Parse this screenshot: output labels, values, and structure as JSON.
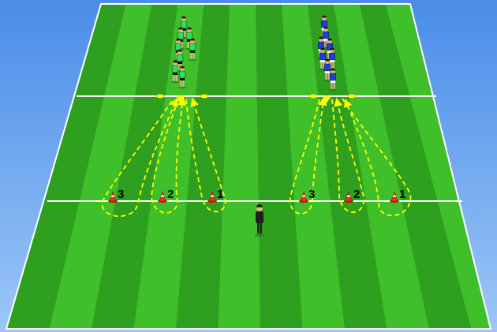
{
  "colors": {
    "sky_top": "#4a8de8",
    "sky_bottom": "#9cc6f7",
    "grass_light": "#3fbf2a",
    "grass_dark": "#2e9f1e",
    "line": "#ffffff",
    "arrow": "#ffff00",
    "cone": "#e8321e",
    "team_green": "#33dd55",
    "team_blue": "#1f3fd8",
    "coach": "#222222"
  },
  "left_station": {
    "team": "green",
    "cones": [
      {
        "label": "3"
      },
      {
        "label": "2"
      },
      {
        "label": "1"
      }
    ]
  },
  "right_station": {
    "team": "blue",
    "cones": [
      {
        "label": "3"
      },
      {
        "label": "2"
      },
      {
        "label": "1"
      }
    ]
  },
  "icons": {
    "cone": "cone-icon",
    "player": "player-icon",
    "coach": "coach-icon",
    "marker": "flat-marker-icon"
  }
}
